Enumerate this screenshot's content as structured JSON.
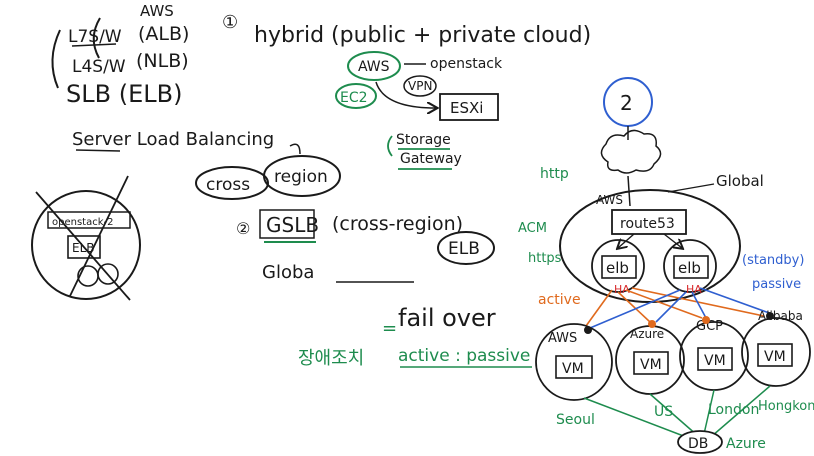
{
  "colors": {
    "ink": "#1a1a1a",
    "green": "#1e8c4e",
    "orange": "#e06a1e",
    "blue": "#2f5fd0",
    "red": "#d8282a",
    "background": "#ffffff"
  },
  "topleft": {
    "aws_label": "AWS",
    "l7": "L7S/W",
    "alb": "(ALB)",
    "l4": "L4S/W",
    "nlb": "(NLB)",
    "slb": "SLB (ELB)",
    "server_lb": "Server Load Balancing"
  },
  "hybrid": {
    "number": "①",
    "title": "hybrid (public + private cloud)",
    "aws": "AWS",
    "openstack": "openstack",
    "ec2": "EC2",
    "vpn": "VPN",
    "esxi": "ESXi",
    "storage": "Storage",
    "gateway": "Gateway"
  },
  "cross_region": {
    "cross": "cross",
    "region": "region"
  },
  "gslb": {
    "number": "②",
    "name": "GSLB",
    "detail": "(cross-region)",
    "elb": "ELB",
    "globa": "Globa"
  },
  "failover": {
    "eq": "=",
    "title": "fail over",
    "korean": "장애조치",
    "mode": "active : passive"
  },
  "server_box": {
    "label": "openstack-2",
    "elb": "ELB"
  },
  "arch": {
    "user": "2",
    "http": "http",
    "aws": "AWS",
    "global": "Global",
    "route53": "route53",
    "acm": "ACM",
    "https": "https",
    "elb_left": "elb",
    "elb_right": "elb",
    "ha_left": "HA",
    "ha_right": "HA",
    "active": "active",
    "standby": "(standby)",
    "passive": "passive",
    "clouds": [
      {
        "name": "AWS",
        "vm": "VM",
        "region": "Seoul"
      },
      {
        "name": "Azure",
        "vm": "VM",
        "region": "US"
      },
      {
        "name": "GCP",
        "vm": "VM",
        "region": "London"
      },
      {
        "name": "Alibaba",
        "vm": "VM",
        "region": "Hongkong"
      }
    ],
    "db": "DB",
    "db_cloud": "Azure"
  }
}
